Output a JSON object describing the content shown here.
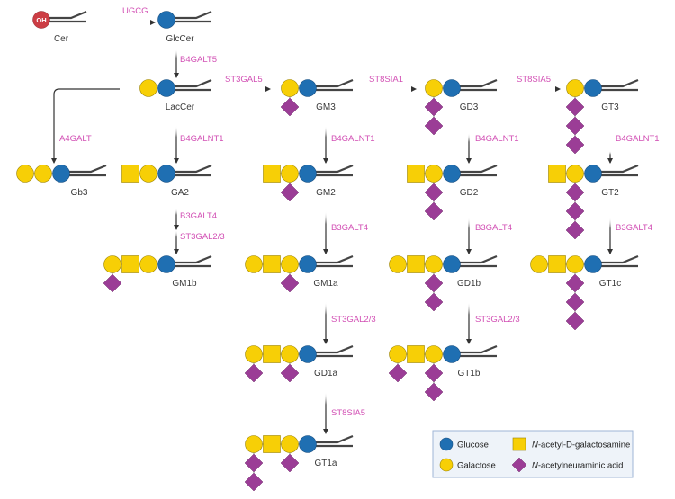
{
  "diagram": {
    "title": "Ganglioside biosynthesis pathway",
    "colors": {
      "glucose": "#1f6fb2",
      "galactose": "#f7cf06",
      "galnac": "#f7cf06",
      "sialic_acid": "#9b3d96",
      "enzyme_text": "#d24fb4",
      "ceramide_oh": "#cc3d44",
      "legend_bg": "#eef3f9",
      "legend_border": "#9fb6d6"
    },
    "ceramide_oh_label": "OH",
    "compounds": [
      {
        "id": "cer",
        "label": "Cer"
      },
      {
        "id": "glccer",
        "label": "GlcCer"
      },
      {
        "id": "laccer",
        "label": "LacCer"
      },
      {
        "id": "gm3",
        "label": "GM3"
      },
      {
        "id": "gd3",
        "label": "GD3"
      },
      {
        "id": "gt3",
        "label": "GT3"
      },
      {
        "id": "gb3",
        "label": "Gb3"
      },
      {
        "id": "ga2",
        "label": "GA2"
      },
      {
        "id": "gm2",
        "label": "GM2"
      },
      {
        "id": "gd2",
        "label": "GD2"
      },
      {
        "id": "gt2",
        "label": "GT2"
      },
      {
        "id": "gm1b",
        "label": "GM1b"
      },
      {
        "id": "gm1a",
        "label": "GM1a"
      },
      {
        "id": "gd1b",
        "label": "GD1b"
      },
      {
        "id": "gt1c",
        "label": "GT1c"
      },
      {
        "id": "gd1a",
        "label": "GD1a"
      },
      {
        "id": "gt1b",
        "label": "GT1b"
      },
      {
        "id": "gt1a",
        "label": "GT1a"
      }
    ],
    "enzymes": [
      {
        "id": "ugcg",
        "label": "UGCG",
        "from": "Cer",
        "to": "GlcCer"
      },
      {
        "id": "b4galt5",
        "label": "B4GALT5",
        "from": "GlcCer",
        "to": "LacCer"
      },
      {
        "id": "st3gal5",
        "label": "ST3GAL5",
        "from": "LacCer",
        "to": "GM3"
      },
      {
        "id": "st8sia1",
        "label": "ST8SIA1",
        "from": "GM3",
        "to": "GD3"
      },
      {
        "id": "st8sia5_a",
        "label": "ST8SIA5",
        "from": "GD3",
        "to": "GT3"
      },
      {
        "id": "a4galt",
        "label": "A4GALT",
        "from": "LacCer",
        "to": "Gb3"
      },
      {
        "id": "b4galnt1_a",
        "label": "B4GALNT1",
        "from": "LacCer",
        "to": "GA2"
      },
      {
        "id": "b4galnt1_b",
        "label": "B4GALNT1",
        "from": "GM3",
        "to": "GM2"
      },
      {
        "id": "b4galnt1_c",
        "label": "B4GALNT1",
        "from": "GD3",
        "to": "GD2"
      },
      {
        "id": "b4galnt1_d",
        "label": "B4GALNT1",
        "from": "GT3",
        "to": "GT2"
      },
      {
        "id": "b3galt4_a",
        "label": "B3GALT4",
        "from": "GA2",
        "to": "GM1b"
      },
      {
        "id": "st3gal23_a",
        "label": "ST3GAL2/3",
        "from": "GA2",
        "to": "GM1b"
      },
      {
        "id": "b3galt4_b",
        "label": "B3GALT4",
        "from": "GM2",
        "to": "GM1a"
      },
      {
        "id": "b3galt4_c",
        "label": "B3GALT4",
        "from": "GD2",
        "to": "GD1b"
      },
      {
        "id": "b3galt4_d",
        "label": "B3GALT4",
        "from": "GT2",
        "to": "GT1c"
      },
      {
        "id": "st3gal23_b",
        "label": "ST3GAL2/3",
        "from": "GM1a",
        "to": "GD1a"
      },
      {
        "id": "st3gal23_c",
        "label": "ST3GAL2/3",
        "from": "GD1b",
        "to": "GT1b"
      },
      {
        "id": "st8sia5_b",
        "label": "ST8SIA5",
        "from": "GD1a",
        "to": "GT1a"
      }
    ]
  },
  "legend": {
    "items": [
      {
        "shape": "circle",
        "color": "#1f6fb2",
        "label": "Glucose"
      },
      {
        "shape": "square",
        "color": "#f7cf06",
        "label_italic": "N",
        "label_rest": "-acetyl-D-galactosamine"
      },
      {
        "shape": "circle",
        "color": "#f7cf06",
        "label": "Galactose"
      },
      {
        "shape": "diamond",
        "color": "#9b3d96",
        "label_italic": "N",
        "label_rest": "-acetylneuraminic acid"
      }
    ]
  }
}
